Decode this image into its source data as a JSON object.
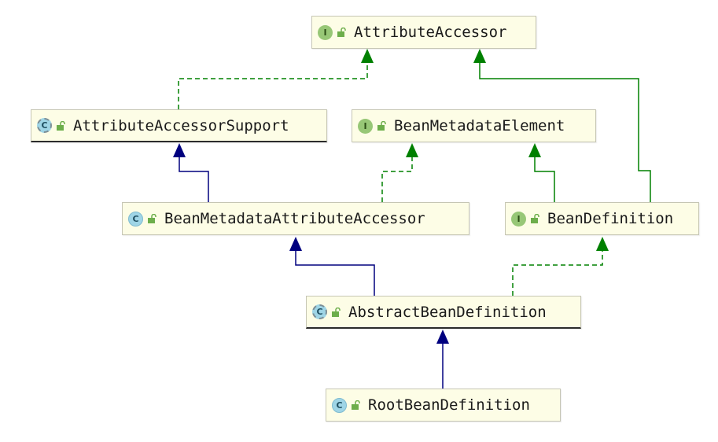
{
  "nodes": {
    "attribute_accessor": {
      "name": "AttributeAccessor",
      "kind": "interface",
      "badge": "I"
    },
    "attribute_accessor_support": {
      "name": "AttributeAccessorSupport",
      "kind": "abstract-class",
      "badge": "C"
    },
    "bean_metadata_element": {
      "name": "BeanMetadataElement",
      "kind": "interface",
      "badge": "I"
    },
    "bean_metadata_attribute_accessor": {
      "name": "BeanMetadataAttributeAccessor",
      "kind": "class",
      "badge": "C"
    },
    "bean_definition": {
      "name": "BeanDefinition",
      "kind": "interface",
      "badge": "I"
    },
    "abstract_bean_definition": {
      "name": "AbstractBeanDefinition",
      "kind": "abstract-class",
      "badge": "C"
    },
    "root_bean_definition": {
      "name": "RootBeanDefinition",
      "kind": "class",
      "badge": "C"
    }
  },
  "edges": [
    {
      "from": "attribute_accessor_support",
      "to": "attribute_accessor",
      "type": "implements"
    },
    {
      "from": "bean_definition",
      "to": "attribute_accessor",
      "type": "extends-interface"
    },
    {
      "from": "bean_metadata_attribute_accessor",
      "to": "attribute_accessor_support",
      "type": "extends"
    },
    {
      "from": "bean_metadata_attribute_accessor",
      "to": "bean_metadata_element",
      "type": "implements"
    },
    {
      "from": "bean_definition",
      "to": "bean_metadata_element",
      "type": "extends-interface"
    },
    {
      "from": "abstract_bean_definition",
      "to": "bean_metadata_attribute_accessor",
      "type": "extends"
    },
    {
      "from": "abstract_bean_definition",
      "to": "bean_definition",
      "type": "implements"
    },
    {
      "from": "root_bean_definition",
      "to": "abstract_bean_definition",
      "type": "extends"
    }
  ],
  "colors": {
    "extends": "#00007f",
    "implements": "#008000",
    "extends_interface": "#008000",
    "node_fill": "#fdfde6",
    "node_border": "#c6c6b4",
    "interface_badge": "#97c776",
    "class_badge": "#9fd5e6",
    "lock_icon": "#6dae4b"
  }
}
